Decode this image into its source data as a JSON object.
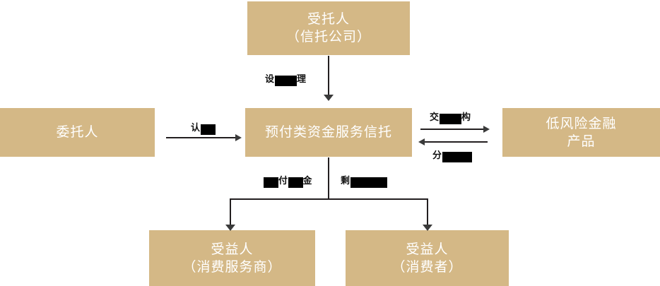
{
  "diagram": {
    "title_text_color": "#ffffff",
    "box_fill": "#d4b886",
    "connector_color": "#231f20",
    "background": "#ffffff",
    "boxes": {
      "trustee": {
        "label": "受托人\n（信托公司）"
      },
      "settlor": {
        "label": "委托人"
      },
      "trust": {
        "label": "预付类资金服务信托"
      },
      "product": {
        "label": "低风险金融\n产品"
      },
      "beneficiary_merchant": {
        "label": "受益人\n（消费服务商）"
      },
      "beneficiary_consumer": {
        "label": "受益人\n（消费者）"
      }
    },
    "edges": {
      "trustee_to_trust": {
        "visible_prefix": "设",
        "redacted": "███",
        "visible_suffix": "理"
      },
      "settlor_to_trust": {
        "visible_prefix": "认",
        "redacted": "██",
        "visible_suffix": ""
      },
      "trust_to_product": {
        "visible_prefix": "交",
        "redacted": "███",
        "visible_suffix": "构"
      },
      "product_to_trust": {
        "visible_prefix": "分",
        "redacted": "████",
        "visible_suffix": ""
      },
      "trust_to_merchant": {
        "visible_prefix": "",
        "redacted": "██",
        "visible_suffix": "付",
        "redacted2": "██",
        "visible_suffix2": "金"
      },
      "trust_to_consumer": {
        "visible_prefix": "剩",
        "redacted": "█████",
        "visible_suffix": ""
      }
    }
  }
}
